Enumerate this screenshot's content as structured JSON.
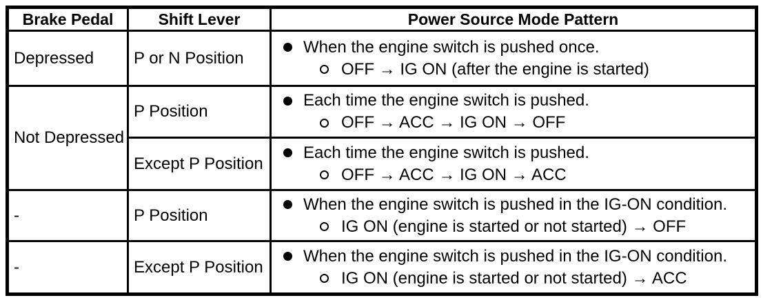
{
  "table": {
    "columns": [
      "Brake Pedal",
      "Shift Lever",
      "Power Source Mode Pattern"
    ],
    "rows": [
      {
        "brake": "Depressed",
        "shift": "P or N Position",
        "main": "When the engine switch is pushed once.",
        "sub": "OFF → IG ON (after the engine is started)"
      },
      {
        "brake": "Not Depressed",
        "shift": "P Position",
        "main": "Each time the engine switch is pushed.",
        "sub": "OFF → ACC → IG ON → OFF"
      },
      {
        "shift": "Except P Position",
        "main": "Each time the engine switch is pushed.",
        "sub": "OFF → ACC → IG ON → ACC"
      },
      {
        "brake": "-",
        "shift": "P Position",
        "main": "When the engine switch is pushed in the IG-ON condition.",
        "sub": "IG ON (engine is started or not started) → OFF"
      },
      {
        "brake": "-",
        "shift": "Except P Position",
        "main": "When the engine switch is pushed in the IG-ON condition.",
        "sub": "IG ON (engine is started or not started) → ACC"
      }
    ],
    "icons": {
      "bullet": "filled-circle-icon",
      "sub_bullet": "open-circle-icon"
    },
    "colors": {
      "border": "#000000",
      "text": "#000000",
      "background": "#ffffff"
    }
  }
}
